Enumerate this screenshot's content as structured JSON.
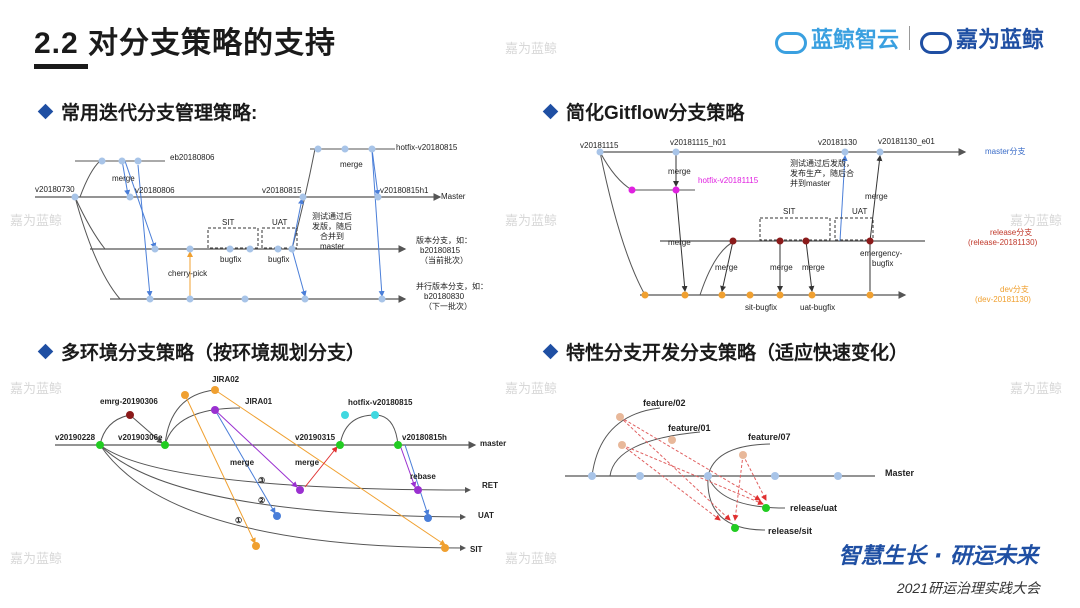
{
  "page": {
    "title": "2.2 对分支策略的支持",
    "logo_left": "蓝鲸智云",
    "logo_right": "嘉为蓝鲸",
    "watermark": "嘉为蓝鲸",
    "slogan": "智慧生长 · 研运未来",
    "conference": "2021研运治理实践大会"
  },
  "sections": {
    "s1": "常用迭代分支管理策略:",
    "s2": "简化Gitflow分支策略",
    "s3": "多环境分支策略（按环境规划分支）",
    "s4": "特性分支开发分支策略（适应快速变化）"
  },
  "d1": {
    "eb": "eb20180806",
    "merge1": "merge",
    "v0806": "v20180806",
    "v0730": "v20180730",
    "v0815": "v20180815",
    "hotfix": "hotfix-v20180815",
    "merge2": "merge",
    "v0815h1": "v20180815h1",
    "master": "Master",
    "sit": "SIT",
    "uat": "UAT",
    "note": [
      "测试通过后",
      "发版，随后",
      "合并到",
      "master"
    ],
    "bugfix1": "bugfix",
    "bugfix2": "bugfix",
    "cherry": "cherry-pick",
    "ver_branch": [
      "版本分支，如：",
      "b20180815",
      "（当前批次）"
    ],
    "par_branch": [
      "并行版本分支，如：",
      "b20180830",
      "（下一批次）"
    ]
  },
  "d2": {
    "v1115": "v20181115",
    "h01": "v20181115_h01",
    "v1130": "v20181130",
    "e01": "v20181130_e01",
    "master": "master分支",
    "hotfix": "hotfix-v20181115",
    "merge_a": "merge",
    "note": [
      "测试通过后发版，",
      "发布生产，随后合",
      "并到master"
    ],
    "merge_b": "merge",
    "sit": "SIT",
    "uat": "UAT",
    "release": [
      "release分支",
      "(release-20181130)"
    ],
    "merge_c": "merge",
    "merge_d": "merge",
    "merge_e": "merge",
    "merge_f": "merge",
    "emergency": [
      "emergency-",
      "bugfix"
    ],
    "sitbug": "sit-bugfix",
    "uatbug": "uat-bugfix",
    "dev": [
      "dev分支",
      "(dev-20181130)"
    ]
  },
  "d3": {
    "jira02": "JIRA02",
    "emrg": "emrg-20190306",
    "jira01": "JIRA01",
    "hotfix": "hotfix-v20180815",
    "v0228": "v20190228",
    "v0306e": "v20190306e",
    "v0315": "v20190315",
    "v0815h": "v20180815h",
    "master": "master",
    "merge1": "merge",
    "merge2": "merge",
    "c3": "③",
    "rebase": "rebase",
    "ret": "RET",
    "c2": "②",
    "uat": "UAT",
    "c1": "①",
    "sit": "SIT"
  },
  "d4": {
    "f02": "feature/02",
    "f01": "feature/01",
    "f07": "feature/07",
    "master": "Master",
    "uat": "release/uat",
    "sit": "release/sit"
  },
  "colors": {
    "blue_node": "#a8c4e8",
    "orange": "#f0a030",
    "green": "#22cc22",
    "magenta": "#e020e0",
    "darkred": "#8b1a1a",
    "purple": "#9a30d0",
    "cyan": "#40d8e0",
    "accent": "#1f4fa3"
  }
}
